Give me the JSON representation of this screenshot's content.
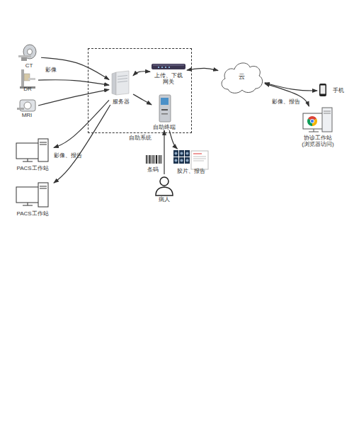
{
  "diagram": {
    "nodes": [
      {
        "text": [
          "CT"
        ]
      },
      {
        "text": [
          "DR"
        ]
      },
      {
        "text": [
          "MRI"
        ]
      },
      {
        "text": [
          "自助系统"
        ]
      },
      {
        "text": [
          "服务器"
        ],
        "in": 3
      },
      {
        "text": [
          "上传、下载 网关"
        ],
        "in": 3
      },
      {
        "text": [
          "自助终端"
        ],
        "in": 3
      },
      {
        "text": [
          "云"
        ]
      },
      {
        "text": [
          "手机"
        ]
      },
      {
        "text": [
          "协诊工作站 (浏览器访问)"
        ]
      },
      {
        "text": [
          "PACS工作站"
        ]
      },
      {
        "text": [
          "PACS工作站"
        ]
      },
      {
        "text": [
          "条码"
        ]
      },
      {
        "text": [
          "胶片、报告"
        ]
      },
      {
        "text": [
          "病人"
        ]
      }
    ],
    "edges": [
      {
        "from": 0,
        "to": 4,
        "arrow": "to",
        "label": "影像"
      },
      {
        "from": 1,
        "to": 4,
        "arrow": "to"
      },
      {
        "from": 2,
        "to": 4,
        "arrow": "to"
      },
      {
        "from": 4,
        "to": 10,
        "arrow": "to",
        "label": "影像、报告"
      },
      {
        "from": 4,
        "to": 11,
        "arrow": "to"
      },
      {
        "from": 4,
        "to": 5,
        "arrow": "both"
      },
      {
        "from": 4,
        "to": 6,
        "arrow": "to"
      },
      {
        "from": 5,
        "to": 7,
        "arrow": "both"
      },
      {
        "from": 7,
        "to": 8,
        "arrow": "both"
      },
      {
        "from": 7,
        "to": 9,
        "arrow": "both",
        "label": "影像、报告"
      },
      {
        "from": 14,
        "to": 6,
        "arrow": "to"
      },
      {
        "from": 6,
        "to": 13,
        "arrow": "to"
      }
    ]
  }
}
